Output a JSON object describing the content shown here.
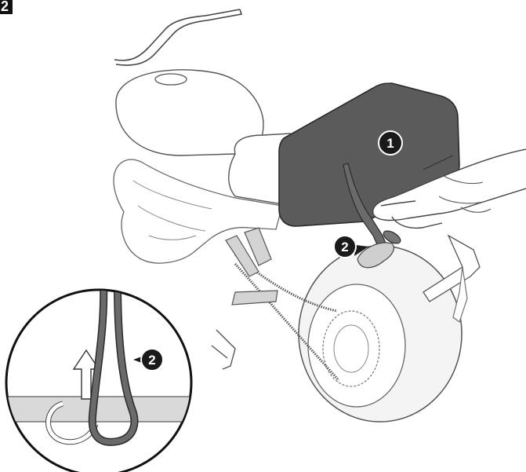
{
  "figure": {
    "step_marker": "2",
    "callouts": [
      {
        "id": "bag",
        "label": "1"
      },
      {
        "id": "strap-hook",
        "label": "2"
      },
      {
        "id": "detail-strap",
        "label": "2"
      }
    ]
  },
  "colors": {
    "line": "#3a3a3a",
    "bag_fill": "#5b5b5b",
    "strap_fill": "#6a6a6a",
    "callout_fill": "#1a1a1a",
    "subtle_fill": "#d9d9d9",
    "background": "#ffffff"
  }
}
